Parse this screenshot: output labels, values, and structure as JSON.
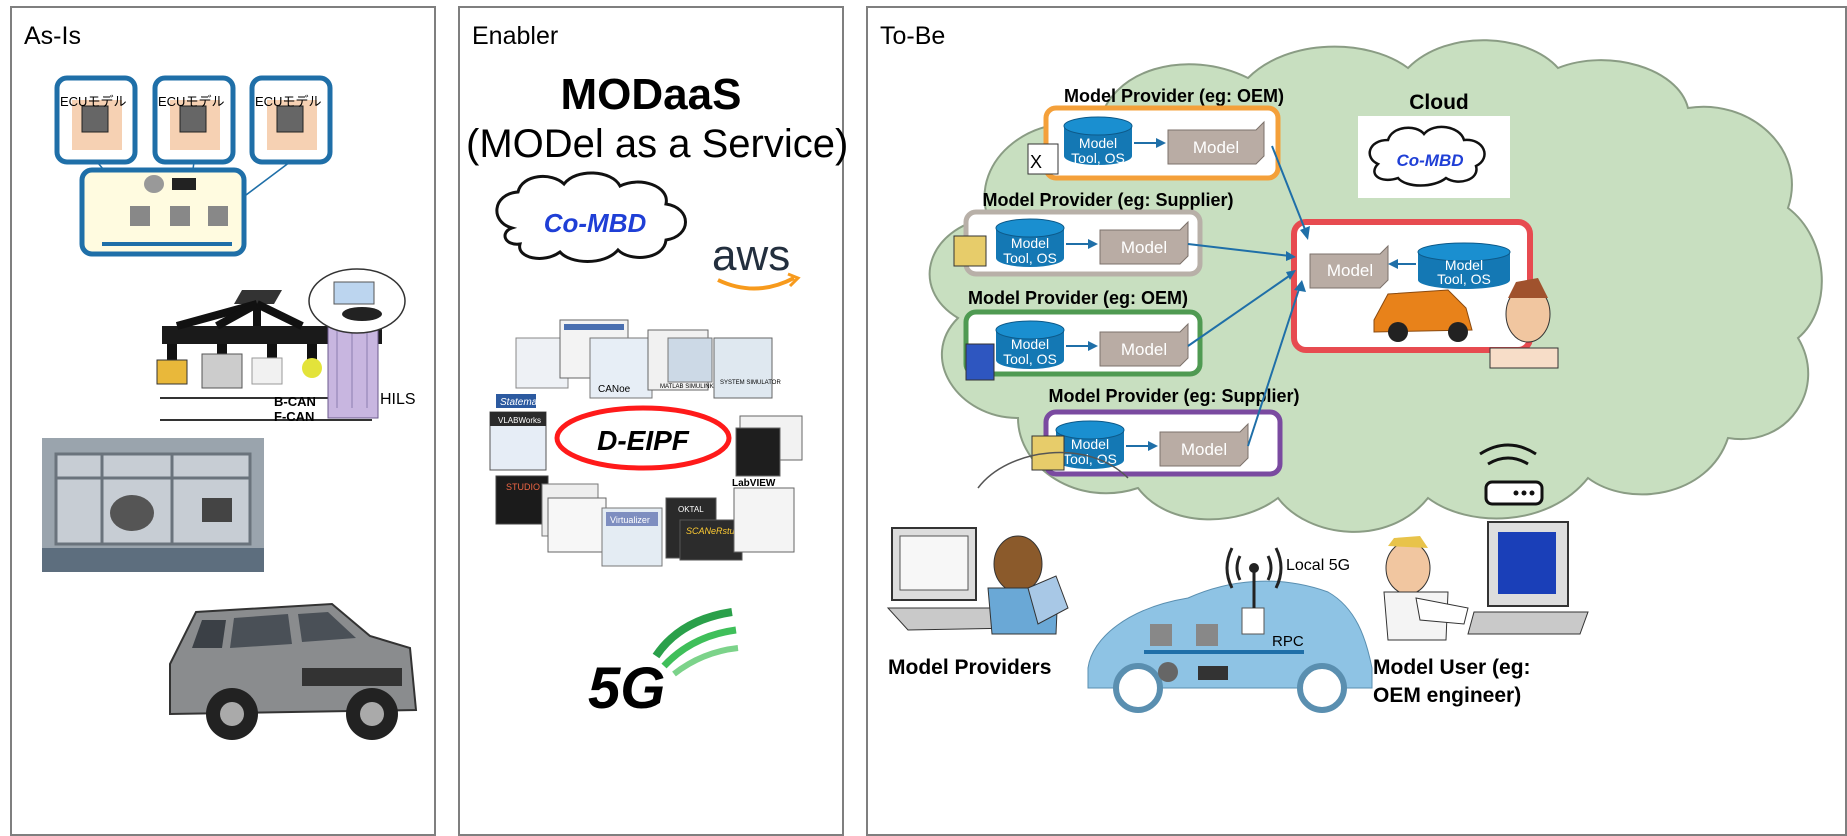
{
  "panels": {
    "as_is": {
      "title": "As-Is",
      "ecu_labels": [
        "ECUモデル",
        "ECUモデル",
        "ECUモデル"
      ],
      "bus_labels": [
        "B-CAN",
        "F-CAN"
      ],
      "hils_label": "HILS"
    },
    "enabler": {
      "title": "Enabler",
      "heading": "MODaaS",
      "subheading": "(MODel as a Service)",
      "cloud_label": "Co-MBD",
      "aws_label": "aws",
      "deipf_label": "D-EIPF",
      "tool_labels": [
        "Statemate",
        "CANoe",
        "MATLAB SIMULINK",
        "SYSTEM SIMULATOR",
        "VLABWorks",
        "LabVIEW",
        "STUDIO",
        "OKTAL",
        "SCANeRstudio",
        "Virtualizer"
      ],
      "fiveg_label": "5G"
    },
    "to_be": {
      "title": "To-Be",
      "cloud_title": "Cloud",
      "cloud_box_label": "Co-MBD",
      "providers": [
        {
          "label": "Model Provider (eg: OEM)",
          "db": "Model\nTool, OS",
          "model": "Model",
          "color": "#f4a03a"
        },
        {
          "label": "Model Provider (eg: Supplier)",
          "db": "Model\nTool, OS",
          "model": "Model",
          "color": "#b8b0a8"
        },
        {
          "label": "Model Provider (eg: OEM)",
          "db": "Model\nTool, OS",
          "model": "Model",
          "color": "#4f9a52"
        },
        {
          "label": "Model Provider (eg: Supplier)",
          "db": "Model\nTool, OS",
          "model": "Model",
          "color": "#7a4aa0"
        }
      ],
      "user_box": {
        "model": "Model",
        "db": "Model\nTool, OS",
        "color": "#e74b50"
      },
      "db_line1": "Model",
      "db_line2": "Tool, OS",
      "model_providers_label": "Model Providers",
      "model_user_label_1": "Model User (eg:",
      "model_user_label_2": "OEM engineer)",
      "local5g_label": "Local 5G",
      "rpc_label": "RPC"
    }
  },
  "colors": {
    "panel_border": "#7f7f7f",
    "ecu_blue": "#1f6fa8",
    "cloud_green": "#c8dfc0",
    "db_blue": "#1478b4",
    "model_gray": "#b9aca4",
    "arrow_blue": "#1f6fa8",
    "car_blue": "#8ec3e4"
  }
}
